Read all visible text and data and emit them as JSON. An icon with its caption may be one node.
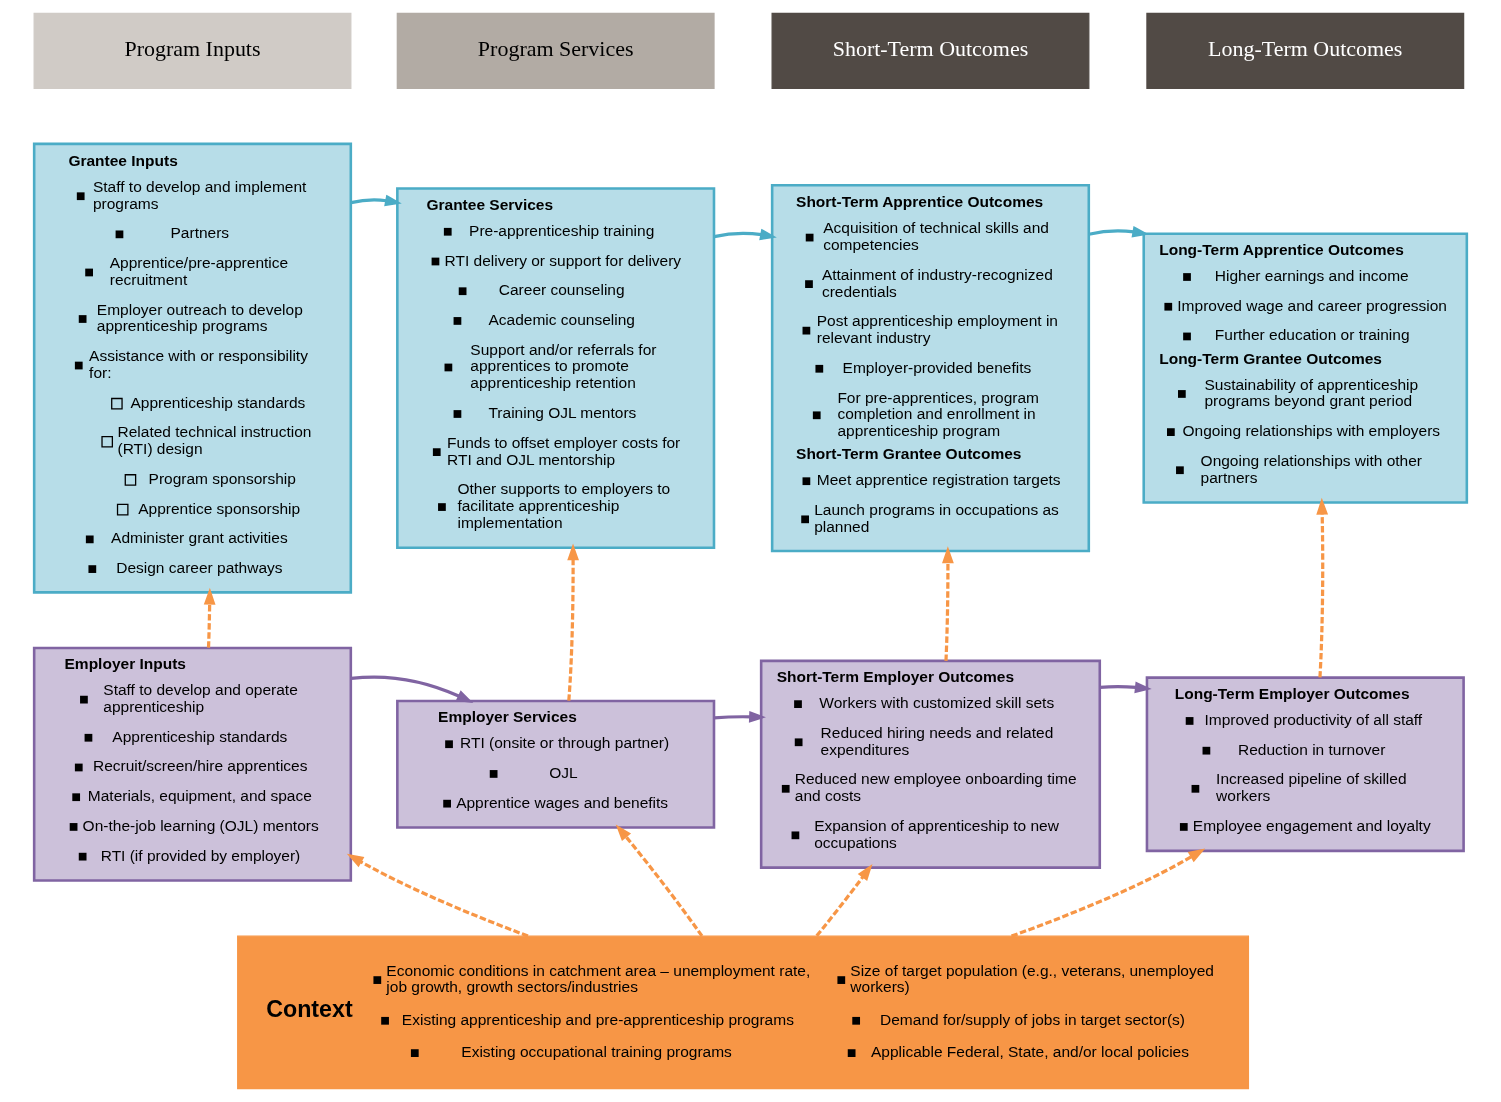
{
  "diagram": {
    "nodes": [
      {
        "text": [
          "Program Inputs"
        ]
      },
      {
        "text": [
          "Program Services"
        ]
      },
      {
        "text": [
          "Short-Term Outcomes"
        ]
      },
      {
        "text": [
          "Long-Term Outcomes"
        ]
      },
      {
        "text": [
          "Grantee Inputs",
          "Staff to develop and implement programs",
          "Partners",
          "Apprentice/pre-apprentice recruitment",
          "Employer outreach to develop apprenticeship programs",
          "Assistance with or responsibility for:",
          "Apprenticeship standards",
          "Related technical instruction (RTI) design",
          "Program sponsorship",
          "Apprentice sponsorship",
          "Administer grant activities",
          "Design career pathways"
        ]
      },
      {
        "text": [
          "Grantee Services",
          "Pre-apprenticeship training",
          "RTI delivery or support for delivery",
          "Career counseling",
          "Academic counseling",
          "Support and/or referrals for apprentices to promote apprenticeship retention",
          "Training OJL mentors",
          "Funds to offset employer costs for RTI and OJL mentorship",
          "Other supports to employers to facilitate apprenticeship implementation"
        ]
      },
      {
        "text": [
          "Short-Term Apprentice Outcomes",
          "Acquisition of technical skills and competencies",
          "Attainment of industry-recognized credentials",
          "Post apprenticeship employment in relevant industry",
          "Employer-provided benefits",
          "For pre-apprentices, program completion and enrollment in apprenticeship program",
          "Short-Term Grantee Outcomes",
          "Meet apprentice registration targets",
          "Launch programs in occupations as planned"
        ]
      },
      {
        "text": [
          "Long-Term Apprentice Outcomes",
          "Higher earnings and income",
          "Improved wage and career progression",
          "Further education or training",
          "Long-Term Grantee Outcomes",
          "Sustainability of apprenticeship programs beyond grant period",
          "Ongoing relationships with employers",
          "Ongoing relationships with other partners"
        ]
      },
      {
        "text": [
          "Employer Inputs",
          "Staff to develop and operate apprenticeship",
          "Apprenticeship standards",
          "Recruit/screen/hire apprentices",
          "Materials, equipment, and space",
          "On-the-job learning (OJL) mentors",
          "RTI (if provided by employer)"
        ]
      },
      {
        "text": [
          "Employer Services",
          "RTI (onsite or through partner)",
          "OJL",
          "Apprentice wages and benefits"
        ]
      },
      {
        "text": [
          "Short-Term Employer Outcomes",
          "Workers with customized skill sets",
          "Reduced hiring needs and related expenditures",
          "Reduced new employee onboarding time and costs",
          "Expansion of apprenticeship to new occupations"
        ]
      },
      {
        "text": [
          "Long-Term Employer Outcomes",
          "Improved productivity of all staff",
          "Reduction in turnover",
          "Increased pipeline of skilled workers",
          "Employee engagement and loyalty"
        ]
      },
      {
        "text": [
          "Context",
          "Economic conditions in catchment area – unemployment rate, job growth, growth sectors/industries",
          "Existing apprenticeship and pre-apprenticeship programs",
          "Existing occupational training programs",
          "Size of target population (e.g., veterans, unemployed workers)",
          "Demand for/supply of jobs in target sector(s)",
          "Applicable Federal, State, and/or local policies"
        ]
      }
    ],
    "edges": [
      {
        "from": 4,
        "to": 5,
        "arrow": "to",
        "color": "#4bacc6"
      },
      {
        "from": 5,
        "to": 6,
        "arrow": "to",
        "color": "#4bacc6"
      },
      {
        "from": 6,
        "to": 7,
        "arrow": "to",
        "color": "#4bacc6"
      },
      {
        "from": 8,
        "to": 9,
        "arrow": "to",
        "color": "#8064a2"
      },
      {
        "from": 9,
        "to": 10,
        "arrow": "to",
        "color": "#8064a2"
      },
      {
        "from": 10,
        "to": 11,
        "arrow": "to",
        "color": "#8064a2"
      },
      {
        "from": 8,
        "to": 4,
        "arrow": "to",
        "style": "dashed",
        "color": "#f79646"
      },
      {
        "from": 9,
        "to": 5,
        "arrow": "to",
        "style": "dashed",
        "color": "#f79646"
      },
      {
        "from": 10,
        "to": 6,
        "arrow": "to",
        "style": "dashed",
        "color": "#f79646"
      },
      {
        "from": 11,
        "to": 7,
        "arrow": "to",
        "style": "dashed",
        "color": "#f79646"
      },
      {
        "from": 12,
        "to": 8,
        "arrow": "to",
        "style": "dashed",
        "color": "#f79646"
      },
      {
        "from": 12,
        "to": 9,
        "arrow": "to",
        "style": "dashed",
        "color": "#f79646"
      },
      {
        "from": 12,
        "to": 10,
        "arrow": "to",
        "style": "dashed",
        "color": "#f79646"
      },
      {
        "from": 12,
        "to": 11,
        "arrow": "to",
        "style": "dashed",
        "color": "#f79646"
      }
    ]
  }
}
